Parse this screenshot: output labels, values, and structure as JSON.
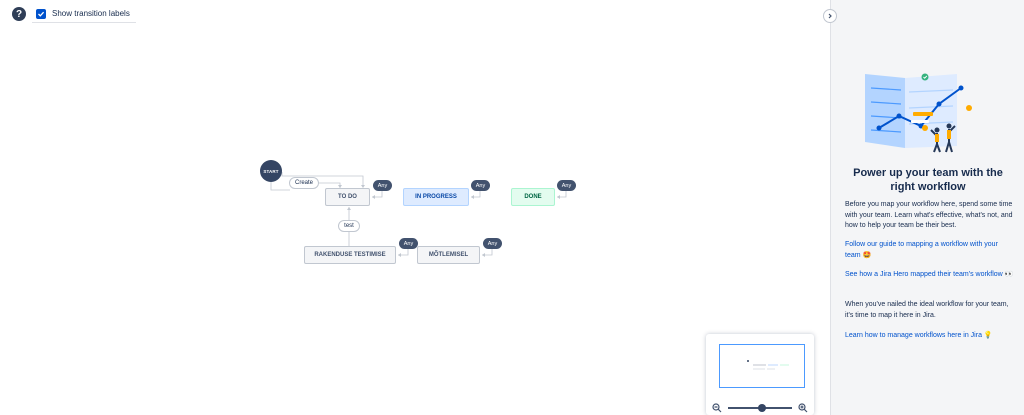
{
  "toolbar": {
    "help_icon": "?",
    "show_labels_label": "Show transition labels",
    "show_labels_checked": true
  },
  "workflow": {
    "start_label": "START",
    "statuses": {
      "todo": "TO DO",
      "in_progress": "IN PROGRESS",
      "done": "DONE",
      "rakenduse": "RAKENDUSE TESTIMISE",
      "motlemisel": "MÕTLEMISEL"
    },
    "any_label": "Any",
    "transitions": {
      "create": "Create",
      "test": "test"
    }
  },
  "panel": {
    "title": "Power up your team with the right workflow",
    "intro": "Before you map your workflow here, spend some time with your team. Learn what's effective, what's not, and how to help your team be their best.",
    "link_guide": "Follow our guide to mapping a workflow with your team 🤩",
    "link_hero": "See how a Jira Hero mapped their team's workflow 👀",
    "nailed": "When you've nailed the ideal workflow for your team, it's time to map it here in Jira.",
    "link_manage": "Learn how to manage workflows here in Jira 💡"
  },
  "colors": {
    "accent": "#0052cc",
    "in_progress_bg": "#deebff",
    "done_bg": "#e3fcef",
    "dark_node": "#344563"
  },
  "icons": [
    "help-icon",
    "checkbox-check-icon",
    "chevron-right-icon",
    "zoom-out-icon",
    "zoom-in-icon"
  ]
}
